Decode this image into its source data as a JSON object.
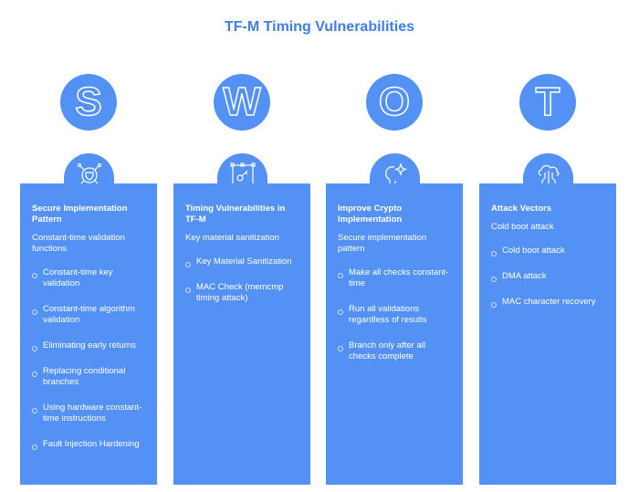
{
  "title": "TF-M Timing Vulnerabilities",
  "columns": [
    {
      "letter": "S",
      "icon": "shield-network-icon",
      "heading": "Secure Implementation Pattern",
      "subtitle": "Constant-time validation functions",
      "items": [
        "Constant-time key validation",
        "Constant-time algorithm validation",
        "Eliminating early returns",
        "Replacing conditional branches",
        "Using hardware constant-time instructions",
        "Fault Injection Hardening"
      ]
    },
    {
      "letter": "W",
      "icon": "key-frame-icon",
      "heading": "Timing Vulnerabilities in TF-M",
      "subtitle": "Key material sanitization",
      "items": [
        "Key Material Sanitization",
        "MAC Check (memcmp timing attack)"
      ]
    },
    {
      "letter": "O",
      "icon": "lightbulb-sparkle-icon",
      "heading": "Improve Crypto Implementation",
      "subtitle": "Secure implementation pattern",
      "items": [
        "Make all checks constant-time",
        "Run all validations regardless of results",
        "Branch only after all checks complete"
      ]
    },
    {
      "letter": "T",
      "icon": "cloud-circuit-icon",
      "heading": "Attack Vectors",
      "subtitle": "Cold boot attack",
      "items": [
        "Cold boot attack",
        "DMA attack",
        "MAC character recovery"
      ]
    }
  ],
  "colors": {
    "card": "#5491f5",
    "title": "#3d7fe6"
  }
}
